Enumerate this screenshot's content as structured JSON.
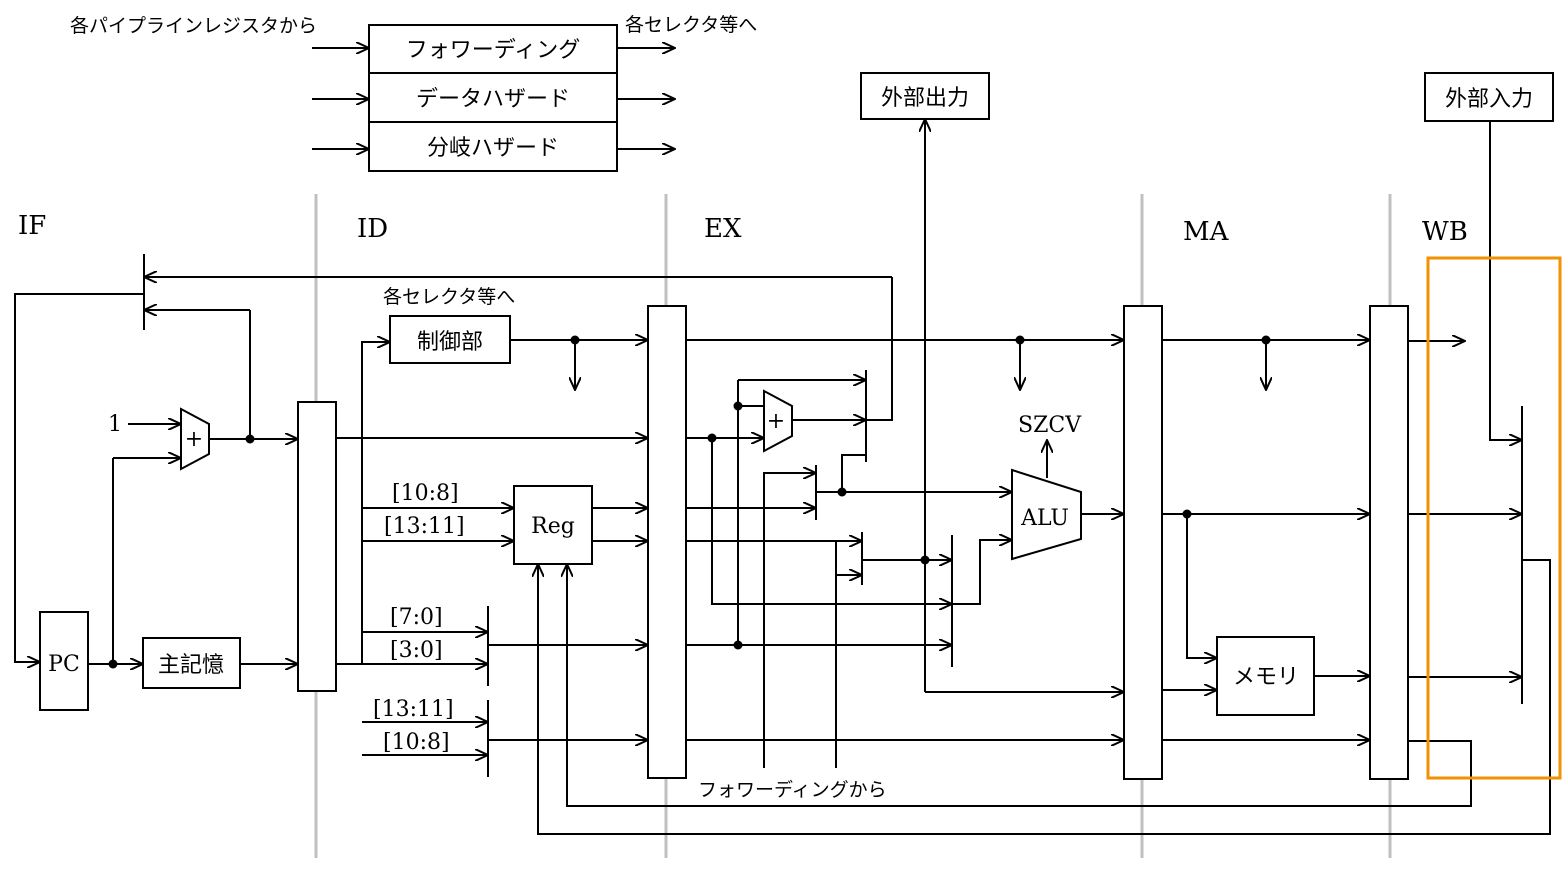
{
  "legend": {
    "input_label": "各パイプラインレジスタから",
    "output_label": "各セレクタ等へ",
    "units": [
      "フォワーディング",
      "データハザード",
      "分岐ハザード"
    ]
  },
  "stages": [
    "IF",
    "ID",
    "EX",
    "MA",
    "WB"
  ],
  "blocks": {
    "pc": "PC",
    "main_memory": "主記憶",
    "control": "制御部",
    "register_file": "Reg",
    "alu": "ALU",
    "memory": "メモリ",
    "external_output": "外部出力",
    "external_input": "外部入力"
  },
  "labels": {
    "control_to_selectors": "各セレクタ等へ",
    "const_one": "1",
    "adder_symbol": "+",
    "flags": "SZCV",
    "from_forwarding": "フォワーディングから",
    "field_10_8_a": "[10:8]",
    "field_13_11_a": "[13:11]",
    "field_7_0": "[7:0]",
    "field_3_0": "[3:0]",
    "field_13_11_b": "[13:11]",
    "field_10_8_b": "[10:8]"
  },
  "highlight_color": "#f39200"
}
